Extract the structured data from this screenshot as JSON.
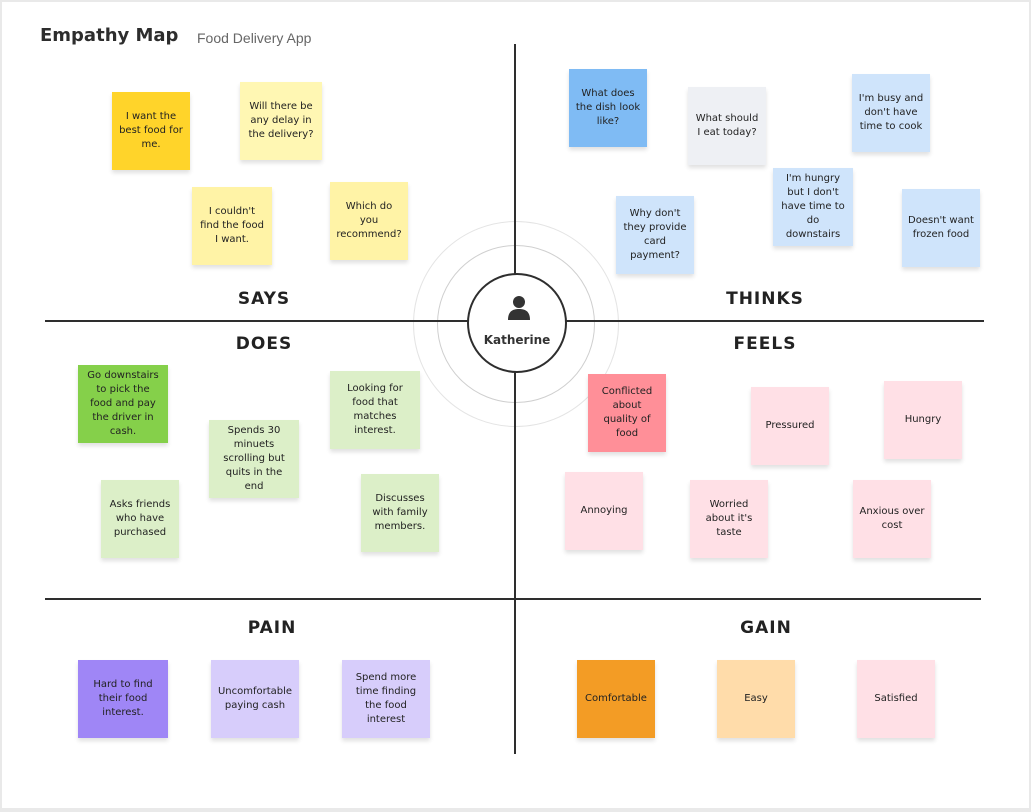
{
  "header": {
    "title": "Empathy Map",
    "subtitle": "Food Delivery App"
  },
  "center": {
    "name": "Katherine",
    "icon": "user-icon"
  },
  "sections": {
    "says": "SAYS",
    "thinks": "THINKS",
    "does": "DOES",
    "feels": "FEELS",
    "pain": "PAIN",
    "gain": "GAIN"
  },
  "says_notes": [
    {
      "text": "I want the best food for me.",
      "color": "#ffd42a"
    },
    {
      "text": "Will there be any delay in the delivery?",
      "color": "#fff7b3"
    },
    {
      "text": "I couldn't find the food I want.",
      "color": "#fff3a6"
    },
    {
      "text": "Which do you recommend?",
      "color": "#fff3a6"
    }
  ],
  "thinks_notes": [
    {
      "text": "What does the dish look like?",
      "color": "#7fbbf4"
    },
    {
      "text": "What should I eat today?",
      "color": "#eef0f4"
    },
    {
      "text": "I'm busy and don't have time to cook",
      "color": "#cfe4fb"
    },
    {
      "text": "Why don't they provide card payment?",
      "color": "#cfe4fb"
    },
    {
      "text": "I'm hungry but I don't have time to do downstairs",
      "color": "#cfe4fb"
    },
    {
      "text": "Doesn't want frozen food",
      "color": "#cfe4fb"
    }
  ],
  "does_notes": [
    {
      "text": "Go downstairs to pick the food and pay the driver in cash.",
      "color": "#85d04a"
    },
    {
      "text": "Looking for food that matches interest.",
      "color": "#dcefc8"
    },
    {
      "text": "Spends 30 minuets scrolling but quits in the end",
      "color": "#dcefc8"
    },
    {
      "text": "Asks friends who have purchased",
      "color": "#dcefc8"
    },
    {
      "text": "Discusses with family members.",
      "color": "#dcefc8"
    }
  ],
  "feels_notes": [
    {
      "text": "Conflicted about quality of food",
      "color": "#ff8f98"
    },
    {
      "text": "Pressured",
      "color": "#ffe0e6"
    },
    {
      "text": "Hungry",
      "color": "#ffe0e6"
    },
    {
      "text": "Annoying",
      "color": "#ffe0e6"
    },
    {
      "text": "Worried about it's taste",
      "color": "#ffe0e6"
    },
    {
      "text": "Anxious over cost",
      "color": "#ffe0e6"
    }
  ],
  "pain_notes": [
    {
      "text": "Hard to find their food interest.",
      "color": "#9f86f6"
    },
    {
      "text": "Uncomfortable paying cash",
      "color": "#d7cdfb"
    },
    {
      "text": "Spend more time finding the food interest",
      "color": "#d7cdfb"
    }
  ],
  "gain_notes": [
    {
      "text": "Comfortable",
      "color": "#f39c25"
    },
    {
      "text": "Easy",
      "color": "#ffdcaa"
    },
    {
      "text": "Satisfied",
      "color": "#ffe0e6"
    }
  ]
}
